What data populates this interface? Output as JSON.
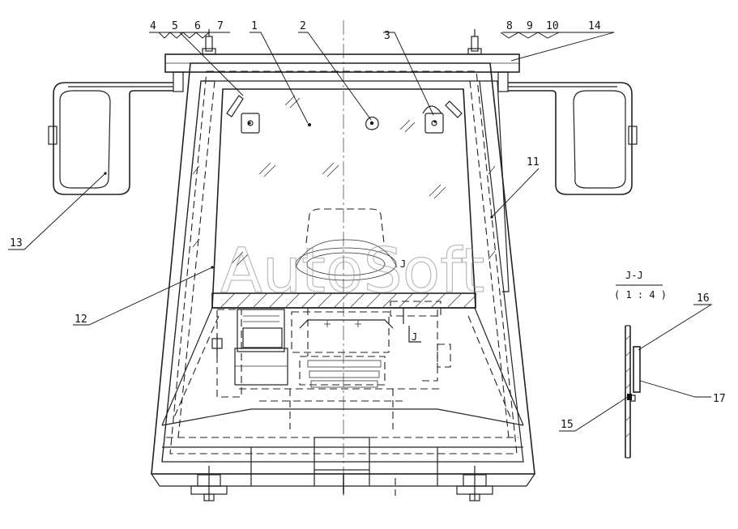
{
  "watermark": "AutoSoft",
  "section": {
    "title": "J-J",
    "scale": "( 1 : 4 )",
    "marker_left": "J",
    "marker_right": "J"
  },
  "callouts": [
    "1",
    "2",
    "3",
    "4",
    "5",
    "6",
    "7",
    "8",
    "9",
    "10",
    "11",
    "12",
    "13",
    "14",
    "15",
    "16",
    "17"
  ]
}
